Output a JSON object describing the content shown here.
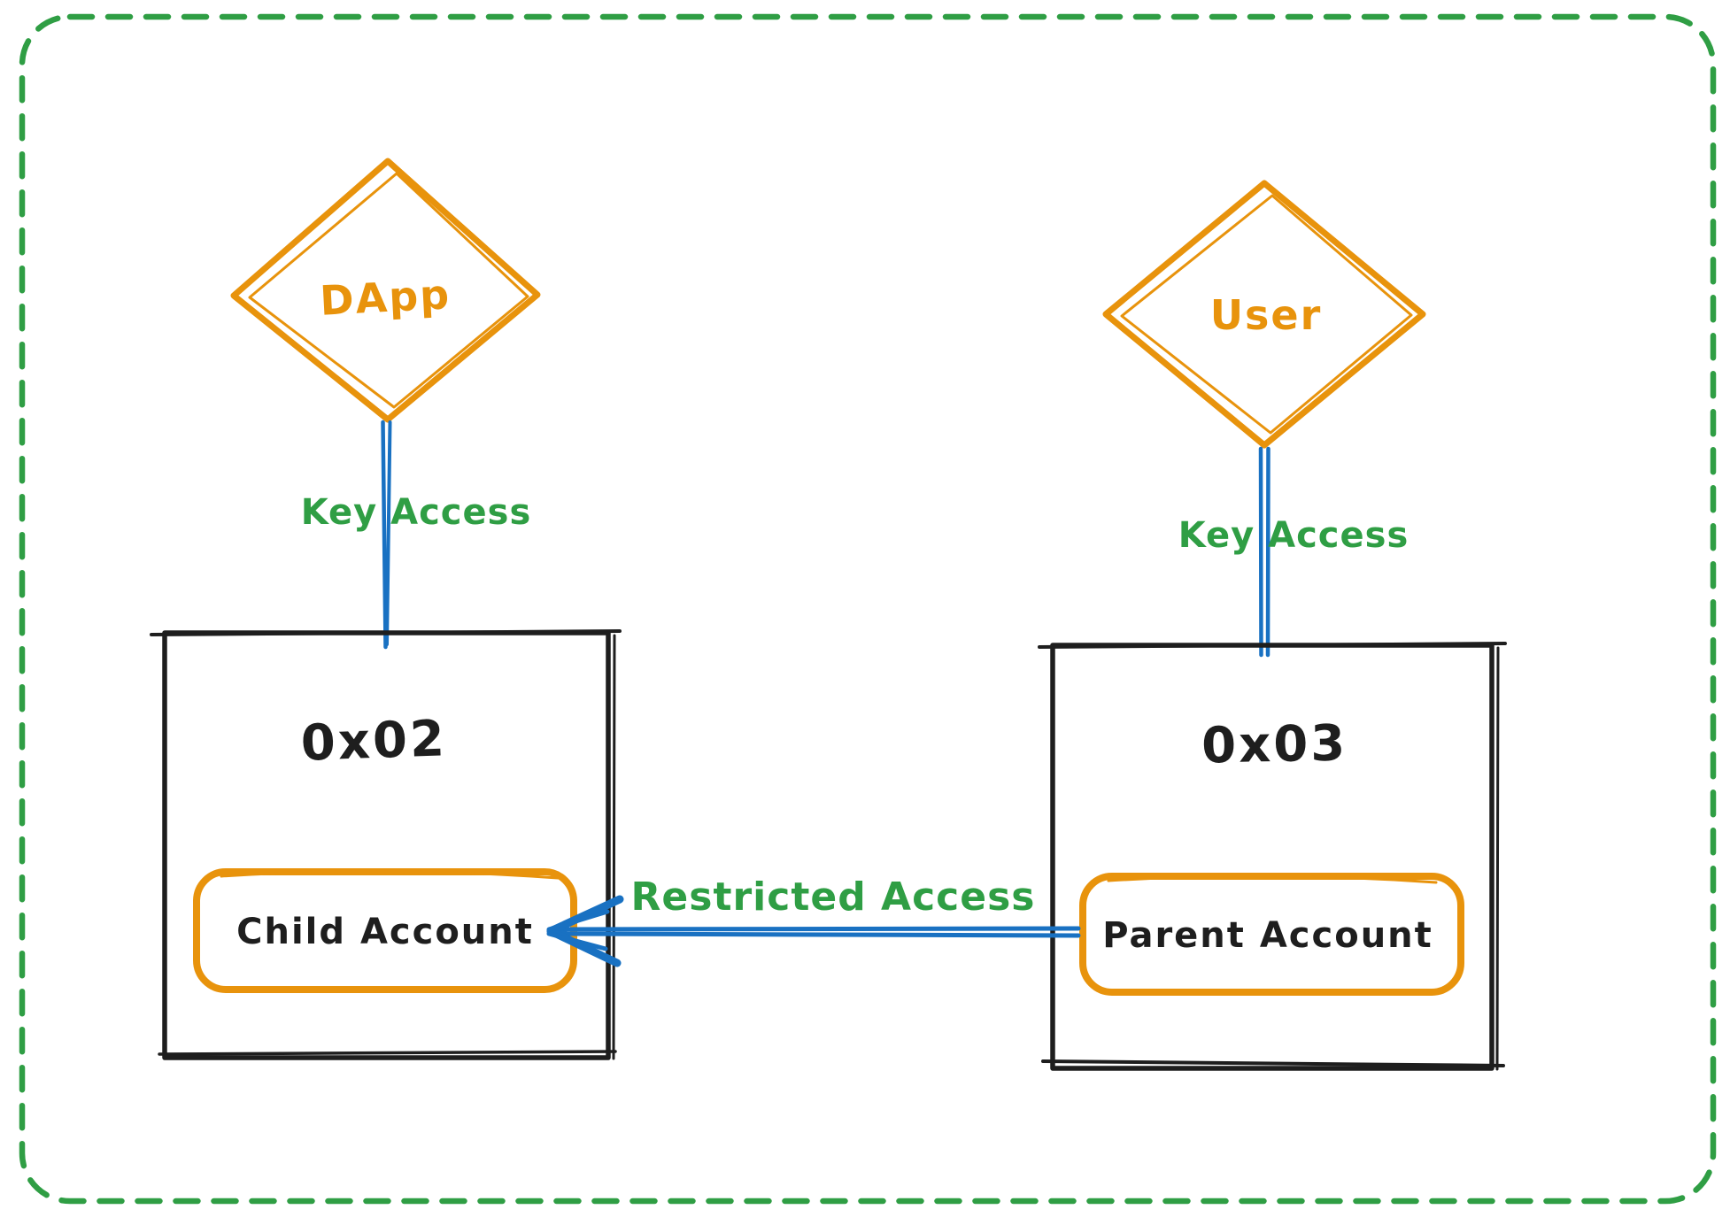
{
  "colors": {
    "frame_green": "#2f9e44",
    "shape_orange": "#e8930c",
    "hatch_yellow": "#ffd166",
    "hatch_cream": "#ffe9b8",
    "connector_blue": "#1971c2",
    "ink_black": "#1e1e1e"
  },
  "nodes": {
    "dapp": {
      "label": "DApp"
    },
    "user": {
      "label": "User"
    },
    "account_left": {
      "label": "0x02"
    },
    "account_right": {
      "label": "0x03"
    },
    "child_account": {
      "label": "Child Account"
    },
    "parent_account": {
      "label": "Parent Account"
    }
  },
  "edges": {
    "dapp_to_left": {
      "label": "Key Access"
    },
    "user_to_right": {
      "label": "Key Access"
    },
    "parent_to_child": {
      "label": "Restricted Access"
    }
  }
}
